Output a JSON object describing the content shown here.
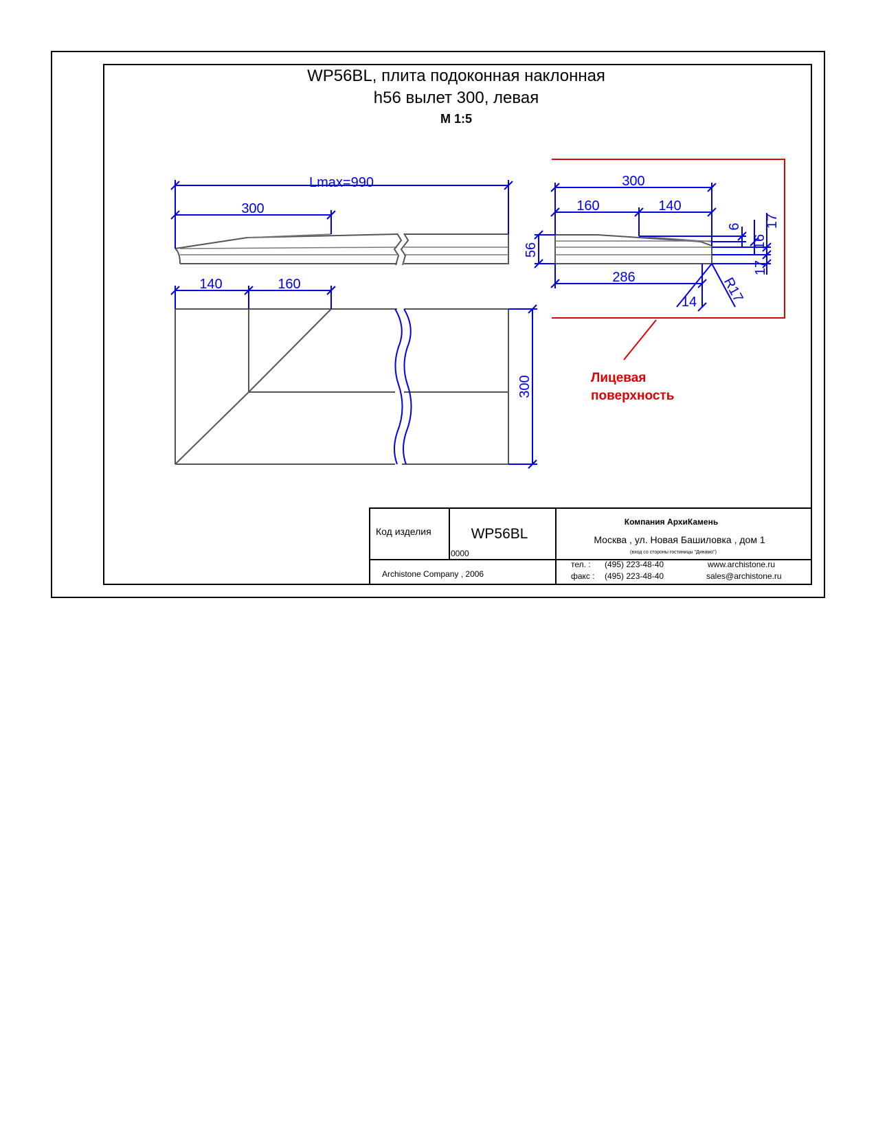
{
  "drawing": {
    "title_line1": "WP56BL, плита подоконная наклонная",
    "title_line2": "h56 вылет 300, левая",
    "scale": "М 1:5"
  },
  "dimensions": {
    "top_view": {
      "length_max": "Lmax=990",
      "span_300": "300"
    },
    "plan_view": {
      "span_140": "140",
      "span_160": "160",
      "width_300": "300"
    },
    "section": {
      "overall_300": "300",
      "part_160": "160",
      "part_140": "140",
      "height_56": "56",
      "bottom_286": "286",
      "offset_14": "14",
      "radius_r17": "R17",
      "right_6": "6",
      "right_16": "16",
      "right_17_top": "17",
      "right_17_bottom": "17"
    }
  },
  "annotation": {
    "face_line1": "Лицевая",
    "face_line2": "поверхность"
  },
  "title_block": {
    "code_label": "Код изделия",
    "code_value": "WP56BL",
    "code_number": "0000",
    "copyright": "Archistone  Company ,  2006",
    "company": "Компания  АрхиКамень",
    "address": "Москва , ул. Новая Башиловка , дом 1",
    "address_note": "(вход со стороны гостиницы \"Динамо\")",
    "phone_label": "тел.   :",
    "phone": "(495) 223-48-40",
    "fax_label": "факс :",
    "fax": "(495) 223-48-40",
    "website": "www.archistone.ru",
    "email": "sales@archistone.ru"
  },
  "colors": {
    "dimension": "#0000ee",
    "face_marker": "#e00000",
    "outline": "#555555",
    "frame": "#000000"
  }
}
